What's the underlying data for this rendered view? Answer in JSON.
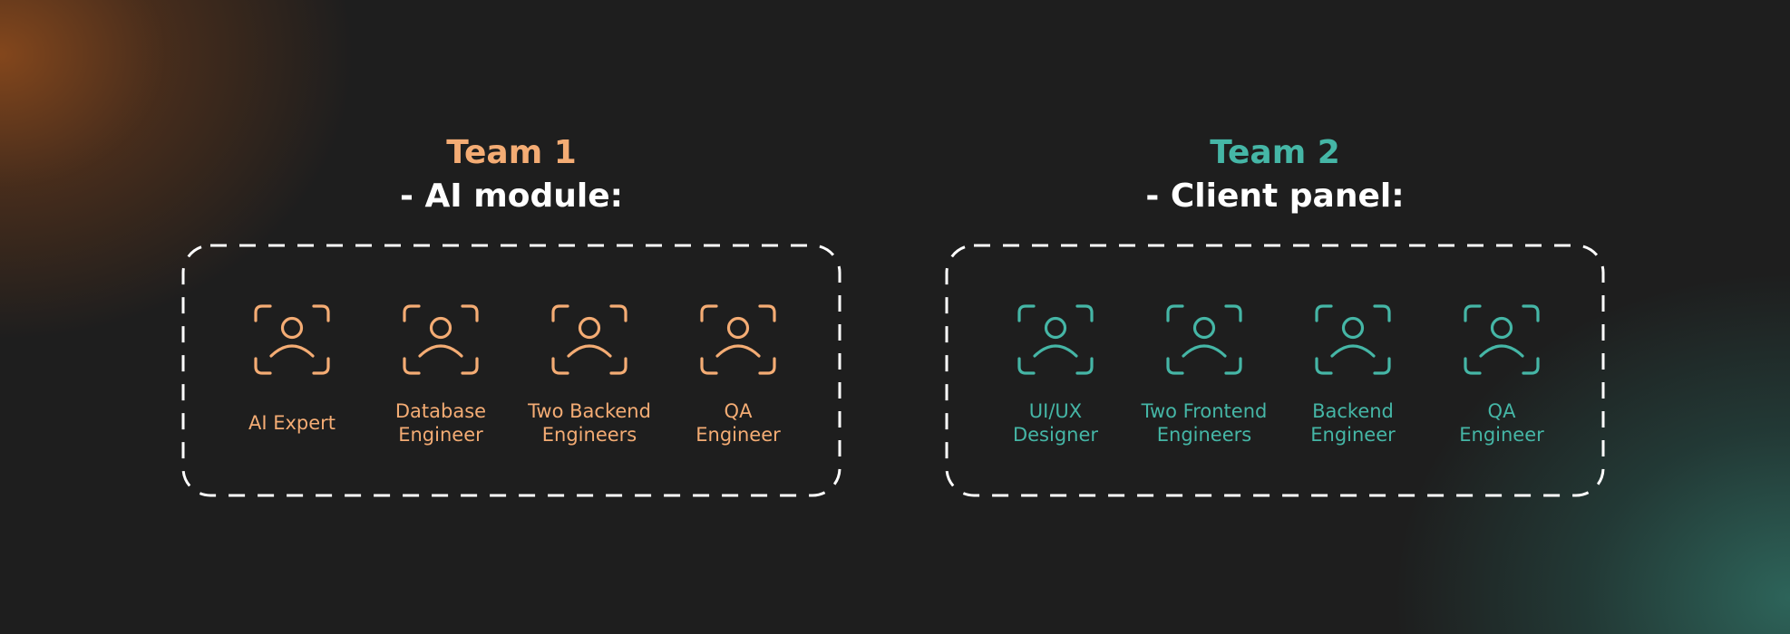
{
  "teams": [
    {
      "title": "Team 1",
      "subtitle": "- AI module:",
      "accent_color": "#f4ac74",
      "members": [
        {
          "label": "AI Expert",
          "icon": "user-focus-icon"
        },
        {
          "label": "Database\nEngineer",
          "icon": "user-focus-icon"
        },
        {
          "label": "Two Backend\nEngineers",
          "icon": "user-focus-icon"
        },
        {
          "label": "QA\nEngineer",
          "icon": "user-focus-icon"
        }
      ]
    },
    {
      "title": "Team 2",
      "subtitle": "- Client panel:",
      "accent_color": "#45b6a6",
      "members": [
        {
          "label": "UI/UX\nDesigner",
          "icon": "user-focus-icon"
        },
        {
          "label": "Two Frontend\nEngineers",
          "icon": "user-focus-icon"
        },
        {
          "label": "Backend\nEngineer",
          "icon": "user-focus-icon"
        },
        {
          "label": "QA\nEngineer",
          "icon": "user-focus-icon"
        }
      ]
    }
  ],
  "background": {
    "base_color": "#1e1e1e",
    "glow_left_color": "#a0521c",
    "glow_right_color": "#307064"
  }
}
